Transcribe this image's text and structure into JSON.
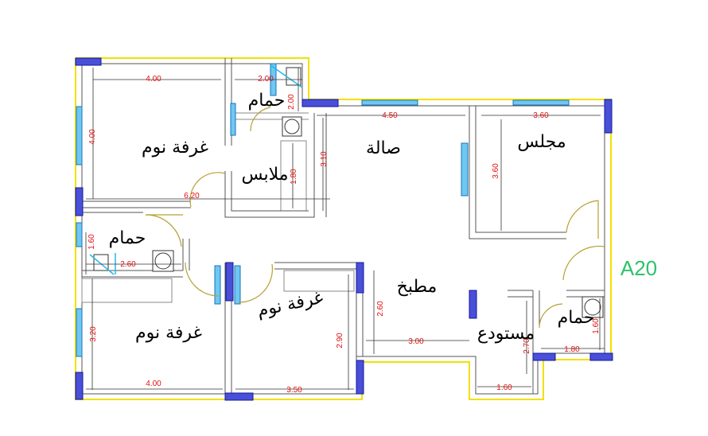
{
  "plan_label": "A20",
  "rooms": {
    "bedroom_top": "غرفة نوم",
    "closet": "ملابس",
    "bath_top": "حمام",
    "hall": "صالة",
    "majlis": "مجلس",
    "bath_left": "حمام",
    "bedroom_middle": "غرفة نوم",
    "kitchen": "مطبخ",
    "bedroom_bottom": "غرفة نوم",
    "storage": "مستودع",
    "bath_right": "حمام"
  },
  "dimensions": {
    "bedroom_top_width": "4.00",
    "bedroom_top_depth": "4.00",
    "bath_top_width": "2.00",
    "bath_top_depth": "2.00",
    "closet_depth": "1.80",
    "hall_width": "4.50",
    "hall_depth": "3.10",
    "majlis_width": "3.60",
    "majlis_depth": "3.60",
    "corridor_length": "6.20",
    "bath_left_depth": "1.60",
    "bath_left_width": "2.60",
    "bedroom_bottom_depth": "3.20",
    "bedroom_bottom_width": "4.00",
    "bedroom_middle_width": "3.50",
    "bedroom_middle_depth": "2.90",
    "kitchen_depth": "2.60",
    "kitchen_width": "3.00",
    "storage_depth": "2.70",
    "storage_width": "1.60",
    "bath_right_width": "1.80",
    "bath_right_depth": "1.60"
  },
  "colors": {
    "outline": "#f2e000",
    "column": "#4a4fd8",
    "window": "#6ec8f2",
    "dimension_text": "#e01010",
    "label_green": "#2ec26a"
  }
}
